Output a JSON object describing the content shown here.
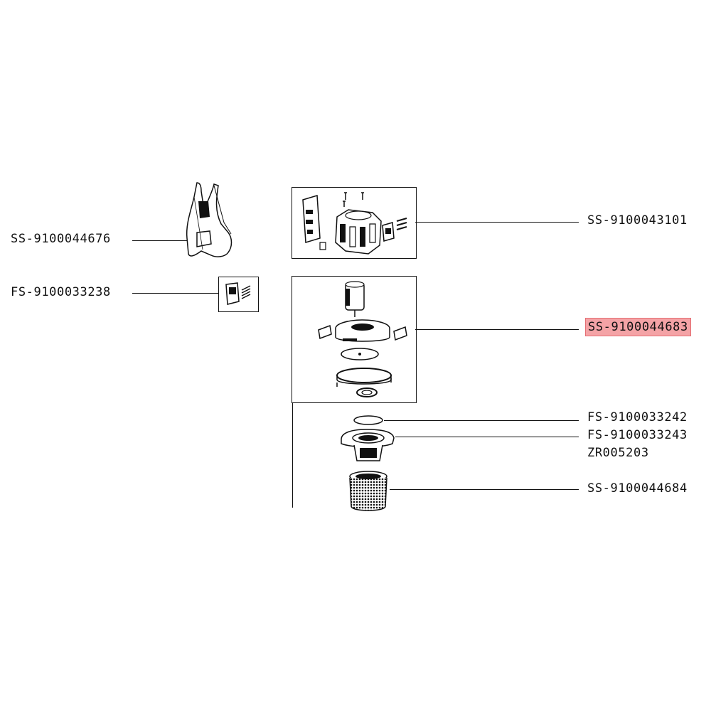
{
  "diagram": {
    "labels": {
      "handle": "SS-9100044676",
      "trigger": "FS-9100033238",
      "battery": "SS-9100043101",
      "motor": "SS-9100044683",
      "filter_disc": "FS-9100033242",
      "cyclone_cone": "FS-9100033243",
      "cyclone_cone_alt": "ZR005203",
      "mesh_filter": "SS-9100044684"
    },
    "highlighted": "motor",
    "colors": {
      "highlight_bg": "#f4a3a6",
      "highlight_border": "#e56f74",
      "line": "#111111"
    }
  }
}
